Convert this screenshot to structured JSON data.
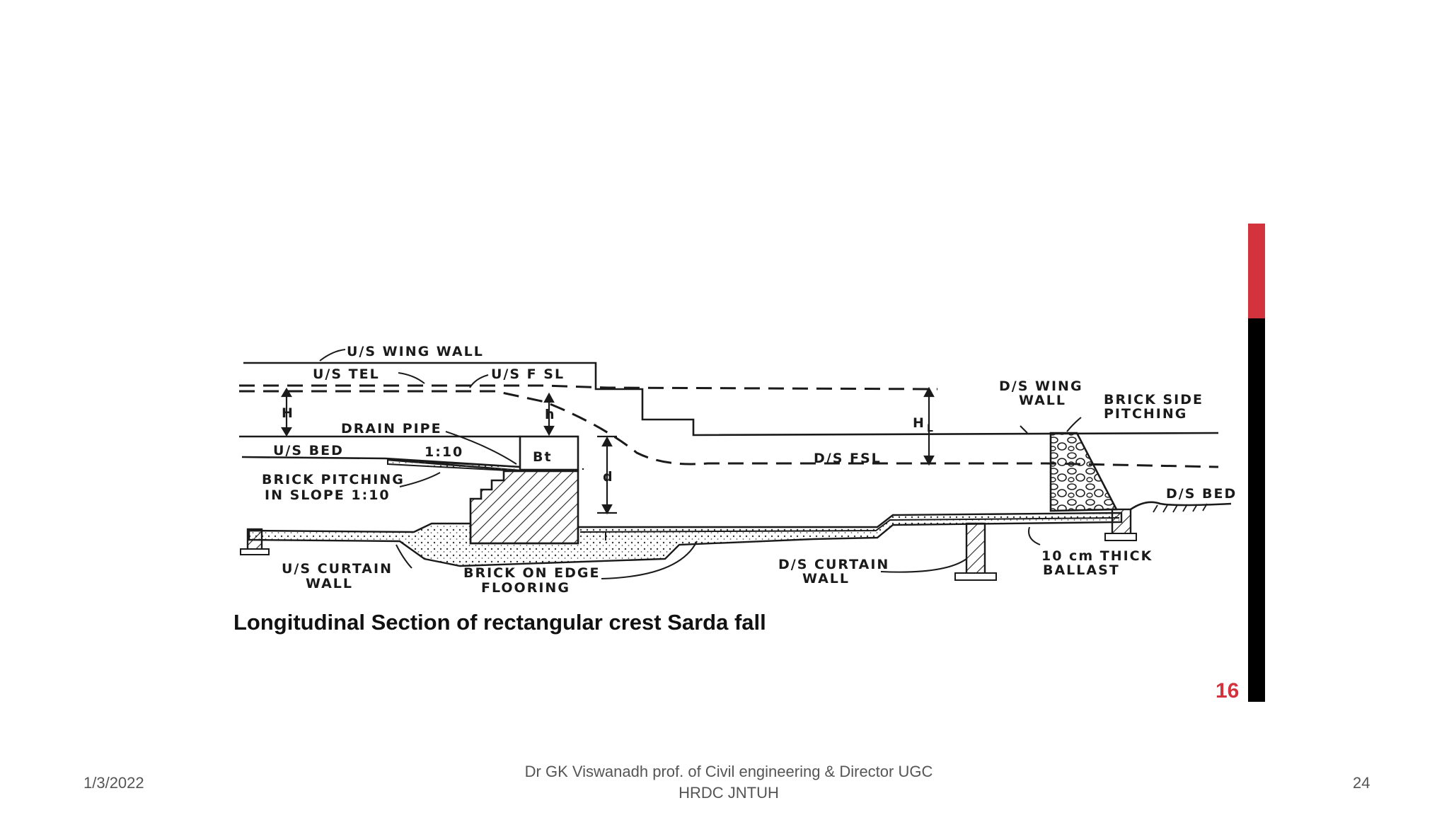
{
  "diagram": {
    "caption": "Longitudinal Section of rectangular crest Sarda fall",
    "page_number": "16",
    "labels": {
      "us_wing_wall": "U/S WING WALL",
      "us_tel": "U/S TEL",
      "us_fsl": "U/S F SL",
      "h_upper": "H",
      "h_lower": "h",
      "drain_pipe": "DRAIN PIPE",
      "us_bed": "U/S BED",
      "slope_ratio": "1:10",
      "bt": "Bt",
      "brick_pitching_1": "BRICK PITCHING",
      "brick_pitching_2": "IN SLOPE 1:10",
      "d": "d",
      "ds_wing_wall_1": "D/S WING",
      "ds_wing_wall_2": "WALL",
      "brick_side_1": "BRICK SIDE",
      "brick_side_2": "PITCHING",
      "hl": "H",
      "hl_sub": "L",
      "ds_fsl": "D/S FSL",
      "ds_bed": "D/S BED",
      "us_curtain_1": "U/S CURTAIN",
      "us_curtain_2": "WALL",
      "brick_edge_1": "BRICK ON EDGE",
      "brick_edge_2": "FLOORING",
      "ds_curtain_1": "D/S CURTAIN",
      "ds_curtain_2": "WALL",
      "ballast_1": "10 cm THICK",
      "ballast_2": "BALLAST"
    }
  },
  "footer": {
    "date": "1/3/2022",
    "author_line1": "Dr GK Viswanadh prof. of Civil engineering & Director UGC",
    "author_line2": "HRDC JNTUH",
    "slide_number": "24"
  },
  "colors": {
    "accent_red": "#d3333d",
    "bar_black": "#000000",
    "footer_text": "#555555"
  }
}
